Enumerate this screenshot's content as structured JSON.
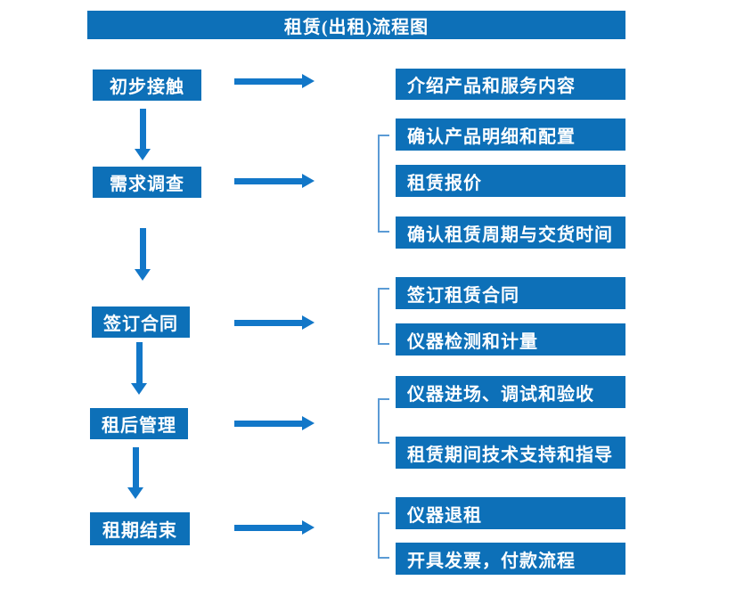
{
  "title": "租赁(出租)流程图",
  "colors": {
    "box_blue": "#0d70b8",
    "arrow_blue": "#1277c8",
    "bracket_blue": "#5b9bd5",
    "text_white": "#ffffff"
  },
  "stages": [
    {
      "label": "初步接触",
      "steps": [
        "介绍产品和服务内容"
      ]
    },
    {
      "label": "需求调查",
      "steps": [
        "确认产品明细和配置",
        "租赁报价",
        "确认租赁周期与交货时间"
      ]
    },
    {
      "label": "签订合同",
      "steps": [
        "签订租赁合同",
        "仪器检测和计量"
      ]
    },
    {
      "label": "租后管理",
      "steps": [
        "仪器进场、调试和验收",
        "租赁期间技术支持和指导"
      ]
    },
    {
      "label": "租期结束",
      "steps": [
        "仪器退租",
        "开具发票，付款流程"
      ]
    }
  ]
}
